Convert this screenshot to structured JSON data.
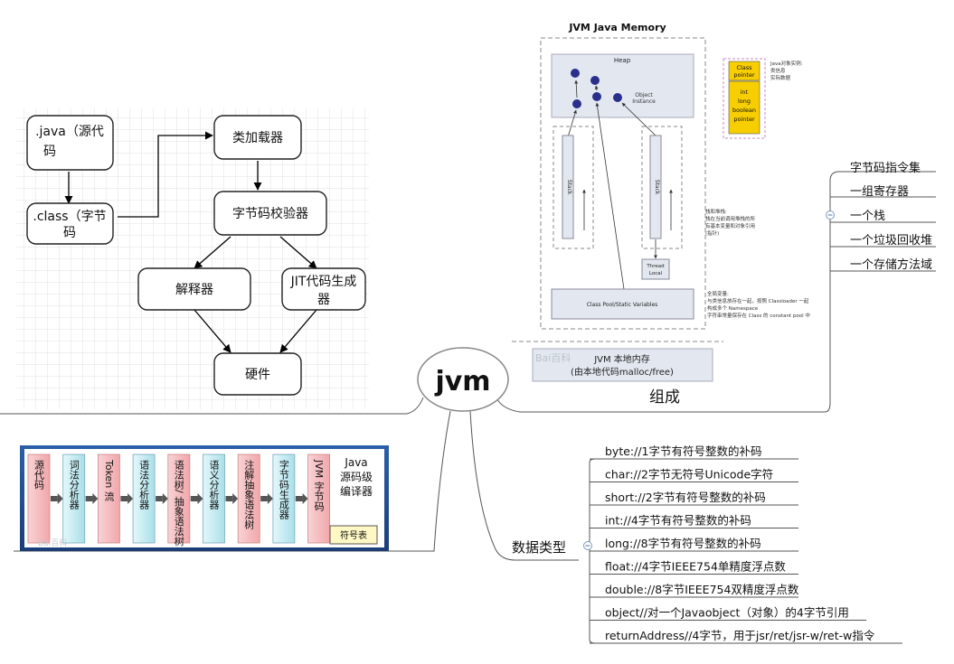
{
  "center": {
    "label": "jvm"
  },
  "compile_flow": {
    "nodes": [
      {
        "id": "src",
        "lines": [
          ".java（源代",
          "码"
        ]
      },
      {
        "id": "cls",
        "lines": [
          ".class（字节",
          "码"
        ]
      },
      {
        "id": "loader",
        "lines": [
          "类加载器"
        ]
      },
      {
        "id": "verifier",
        "lines": [
          "字节码校验器"
        ]
      },
      {
        "id": "interp",
        "lines": [
          "解释器"
        ]
      },
      {
        "id": "jit",
        "lines": [
          "JIT代码生成",
          "器"
        ]
      },
      {
        "id": "hw",
        "lines": [
          "硬件"
        ]
      }
    ]
  },
  "memory": {
    "title": "JVM Java Memory",
    "heap_label": "Heap",
    "object_label_lines": [
      "Object",
      "Instance"
    ],
    "stack_label": "Stack",
    "thread_local_lines": [
      "Thread",
      "Local"
    ],
    "class_pool_label": "Class Pool/Static Variables",
    "object_layout": {
      "header_lines": [
        "Java对象实例:",
        "类信息",
        "实际数据"
      ],
      "class_pointer_lines": [
        "Class",
        "pointer"
      ],
      "data_lines": [
        "int",
        "long",
        "boolean",
        "pointer"
      ]
    },
    "stack_note_lines": [
      "栈和堆栈:",
      "栈在当前调用堆栈的所",
      "有基本变量和对象引用",
      "(指针)"
    ],
    "pool_note_lines": [
      "全局变量:",
      "与类信息放存在一起，按照 Classloader 一起",
      "构成多个 Namespace",
      "字符串常量保存在 Class 的 constant pool 中"
    ],
    "native_lines": [
      "JVM 本地内存",
      "(由本地代码malloc/free)"
    ],
    "watermark": "Bai百科"
  },
  "composition": {
    "label": "组成",
    "items": [
      "字节码指令集",
      "一组寄存器",
      "一个栈",
      "一个垃圾回收堆",
      "一个存储方法域"
    ]
  },
  "data_types": {
    "label": "数据类型",
    "items": [
      "byte://1字节有符号整数的补码",
      "char://2字节无符号Unicode字符",
      "short://2字节有符号整数的补码",
      "int://4字节有符号整数的补码",
      "long://8字节有符号整数的补码",
      "float://4字节IEEE754单精度浮点数",
      "double://8字节IEEE754双精度浮点数",
      "object//对一个Javaobject（对象）的4字节引用",
      "returnAddress//4字节，用于jsr/ret/jsr-w/ret-w指令"
    ]
  },
  "compiler": {
    "stages": [
      "源代码",
      "词法分析器",
      "Token 流",
      "语法分析器",
      "语法树/ 抽象语法树",
      "语义分析器",
      "注解抽象语法树",
      "字节码生成器",
      "JVM 字节码"
    ],
    "title_lines": [
      "Java",
      "源码级",
      "编译器"
    ],
    "symbol_table": "符号表",
    "watermark": "Bai百科"
  },
  "colors": {
    "pink": "#f6c6c8",
    "cyan": "#cdeef4",
    "yellow": "#f7ce00",
    "heap": "#e3e8f0",
    "ball": "#2a2f8c"
  }
}
